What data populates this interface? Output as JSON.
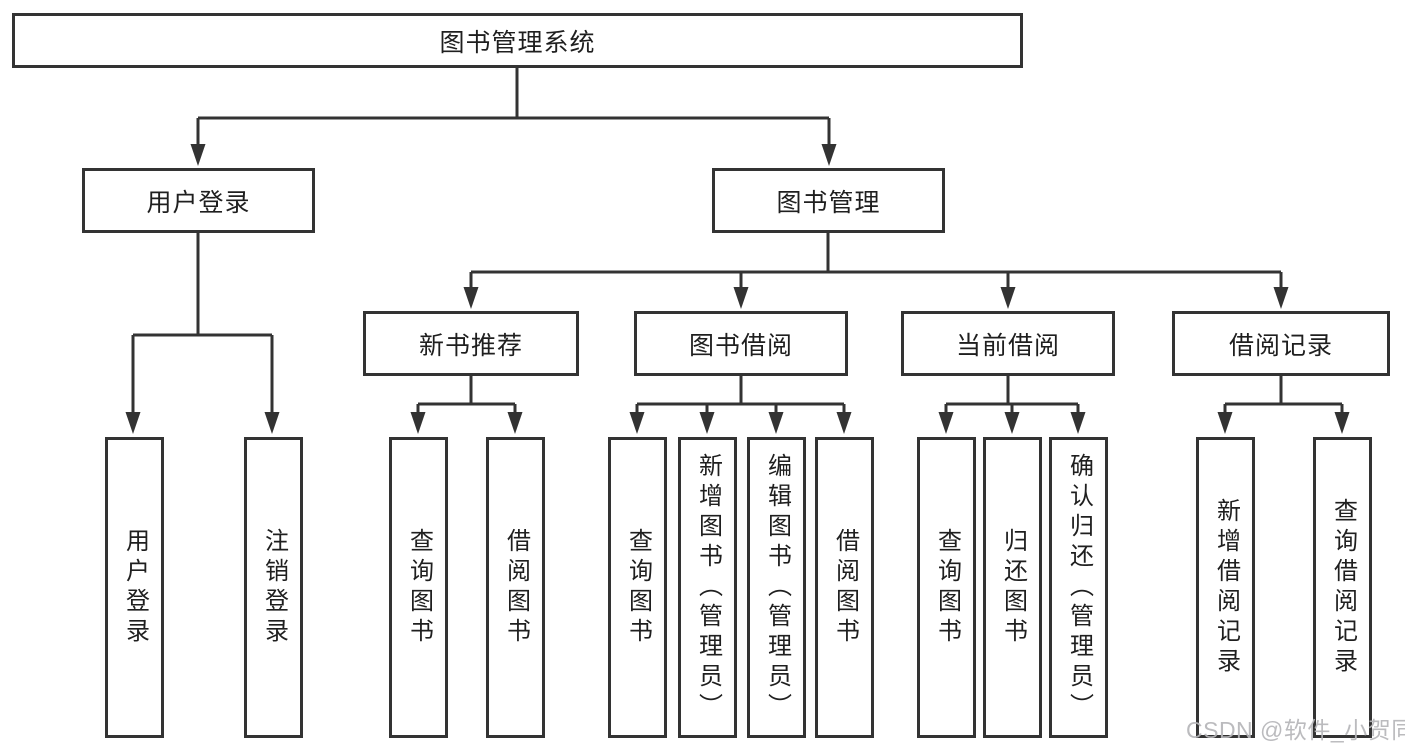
{
  "diagram": {
    "title": "图书管理系统",
    "type": "feature-tree",
    "colors": {
      "line": "#333333",
      "text": "#1f1f1f",
      "watermark": "#b6b6b9",
      "background": "#ffffff"
    },
    "tree": {
      "root": {
        "label": "图书管理系统"
      },
      "branches": [
        {
          "label": "用户登录",
          "children": [
            {
              "label": "用户登录"
            },
            {
              "label": "注销登录"
            }
          ]
        },
        {
          "label": "图书管理",
          "children": [
            {
              "label": "新书推荐",
              "children": [
                {
                  "label": "查询图书"
                },
                {
                  "label": "借阅图书"
                }
              ]
            },
            {
              "label": "图书借阅",
              "children": [
                {
                  "label": "查询图书"
                },
                {
                  "label": "新增图书（管理员）"
                },
                {
                  "label": "编辑图书（管理员）"
                },
                {
                  "label": "借阅图书"
                }
              ]
            },
            {
              "label": "当前借阅",
              "children": [
                {
                  "label": "查询图书"
                },
                {
                  "label": "归还图书"
                },
                {
                  "label": "确认归还（管理员）"
                }
              ]
            },
            {
              "label": "借阅记录",
              "children": [
                {
                  "label": "新增借阅记录"
                },
                {
                  "label": "查询借阅记录"
                }
              ]
            }
          ]
        }
      ]
    },
    "watermark": {
      "text": "CSDN @软件_小贺同学"
    }
  }
}
